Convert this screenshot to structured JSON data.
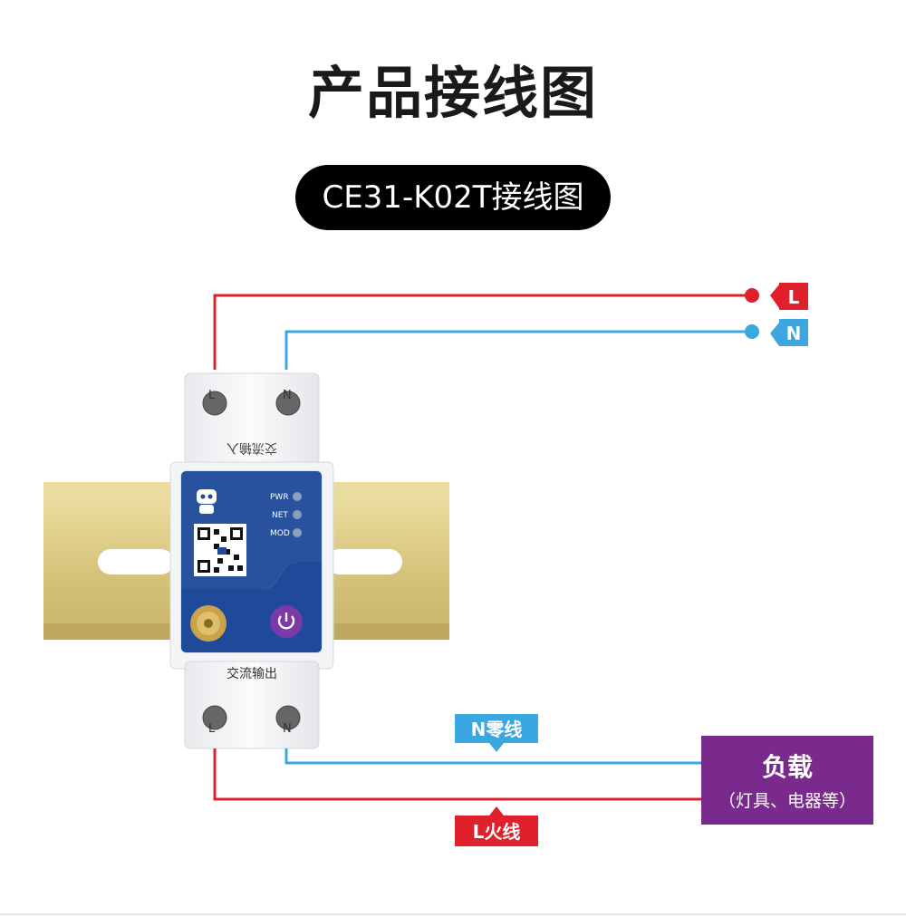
{
  "header": {
    "title": "产品接线图",
    "subtitle": "CE31-K02T接线图"
  },
  "terminals": {
    "L_label": "L",
    "N_label": "N"
  },
  "device": {
    "input_terminal_L": "L",
    "input_terminal_N": "N",
    "input_label": "交流输入",
    "output_label": "交流输出",
    "output_terminal_L": "L",
    "output_terminal_N": "N",
    "led_pwr": "PWR",
    "led_net": "NET",
    "led_mod": "MOD"
  },
  "wires": {
    "neutral_label": "N零线",
    "live_label": "L火线"
  },
  "load": {
    "title": "负载",
    "subtitle": "（灯具、电器等）"
  },
  "colors": {
    "live": "#e0202a",
    "neutral": "#3aa7e0",
    "load_bg": "#7a2a8c",
    "device_panel": "#1f4a9a",
    "rail": "#d6c68a"
  }
}
